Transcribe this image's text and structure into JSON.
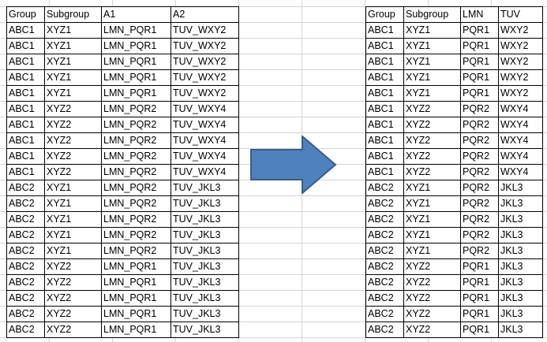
{
  "left_table": {
    "headers": [
      "Group",
      "Subgroup",
      "A1",
      "A2"
    ],
    "rows": [
      [
        "ABC1",
        "XYZ1",
        "LMN_PQR1",
        "TUV_WXY2"
      ],
      [
        "ABC1",
        "XYZ1",
        "LMN_PQR1",
        "TUV_WXY2"
      ],
      [
        "ABC1",
        "XYZ1",
        "LMN_PQR1",
        "TUV_WXY2"
      ],
      [
        "ABC1",
        "XYZ1",
        "LMN_PQR1",
        "TUV_WXY2"
      ],
      [
        "ABC1",
        "XYZ1",
        "LMN_PQR1",
        "TUV_WXY2"
      ],
      [
        "ABC1",
        "XYZ2",
        "LMN_PQR2",
        "TUV_WXY4"
      ],
      [
        "ABC1",
        "XYZ2",
        "LMN_PQR2",
        "TUV_WXY4"
      ],
      [
        "ABC1",
        "XYZ2",
        "LMN_PQR2",
        "TUV_WXY4"
      ],
      [
        "ABC1",
        "XYZ2",
        "LMN_PQR2",
        "TUV_WXY4"
      ],
      [
        "ABC1",
        "XYZ2",
        "LMN_PQR2",
        "TUV_WXY4"
      ],
      [
        "ABC2",
        "XYZ1",
        "LMN_PQR2",
        "TUV_JKL3"
      ],
      [
        "ABC2",
        "XYZ1",
        "LMN_PQR2",
        "TUV_JKL3"
      ],
      [
        "ABC2",
        "XYZ1",
        "LMN_PQR2",
        "TUV_JKL3"
      ],
      [
        "ABC2",
        "XYZ1",
        "LMN_PQR2",
        "TUV_JKL3"
      ],
      [
        "ABC2",
        "XYZ1",
        "LMN_PQR2",
        "TUV_JKL3"
      ],
      [
        "ABC2",
        "XYZ2",
        "LMN_PQR1",
        "TUV_JKL3"
      ],
      [
        "ABC2",
        "XYZ2",
        "LMN_PQR1",
        "TUV_JKL3"
      ],
      [
        "ABC2",
        "XYZ2",
        "LMN_PQR1",
        "TUV_JKL3"
      ],
      [
        "ABC2",
        "XYZ2",
        "LMN_PQR1",
        "TUV_JKL3"
      ],
      [
        "ABC2",
        "XYZ2",
        "LMN_PQR1",
        "TUV_JKL3"
      ]
    ]
  },
  "right_table": {
    "headers": [
      "Group",
      "Subgroup",
      "LMN",
      "TUV"
    ],
    "rows": [
      [
        "ABC1",
        "XYZ1",
        "PQR1",
        "WXY2"
      ],
      [
        "ABC1",
        "XYZ1",
        "PQR1",
        "WXY2"
      ],
      [
        "ABC1",
        "XYZ1",
        "PQR1",
        "WXY2"
      ],
      [
        "ABC1",
        "XYZ1",
        "PQR1",
        "WXY2"
      ],
      [
        "ABC1",
        "XYZ1",
        "PQR1",
        "WXY2"
      ],
      [
        "ABC1",
        "XYZ2",
        "PQR2",
        "WXY4"
      ],
      [
        "ABC1",
        "XYZ2",
        "PQR2",
        "WXY4"
      ],
      [
        "ABC1",
        "XYZ2",
        "PQR2",
        "WXY4"
      ],
      [
        "ABC1",
        "XYZ2",
        "PQR2",
        "WXY4"
      ],
      [
        "ABC1",
        "XYZ2",
        "PQR2",
        "WXY4"
      ],
      [
        "ABC2",
        "XYZ1",
        "PQR2",
        "JKL3"
      ],
      [
        "ABC2",
        "XYZ1",
        "PQR2",
        "JKL3"
      ],
      [
        "ABC2",
        "XYZ1",
        "PQR2",
        "JKL3"
      ],
      [
        "ABC2",
        "XYZ1",
        "PQR2",
        "JKL3"
      ],
      [
        "ABC2",
        "XYZ1",
        "PQR2",
        "JKL3"
      ],
      [
        "ABC2",
        "XYZ2",
        "PQR1",
        "JKL3"
      ],
      [
        "ABC2",
        "XYZ2",
        "PQR1",
        "JKL3"
      ],
      [
        "ABC2",
        "XYZ2",
        "PQR1",
        "JKL3"
      ],
      [
        "ABC2",
        "XYZ2",
        "PQR1",
        "JKL3"
      ],
      [
        "ABC2",
        "XYZ2",
        "PQR1",
        "JKL3"
      ]
    ]
  },
  "arrow": {
    "icon": "right-arrow-icon",
    "fill": "#4f81bd",
    "stroke": "#385d8a"
  },
  "colors": {
    "gridline": "#d4d4d4",
    "cell_border": "#000000"
  }
}
